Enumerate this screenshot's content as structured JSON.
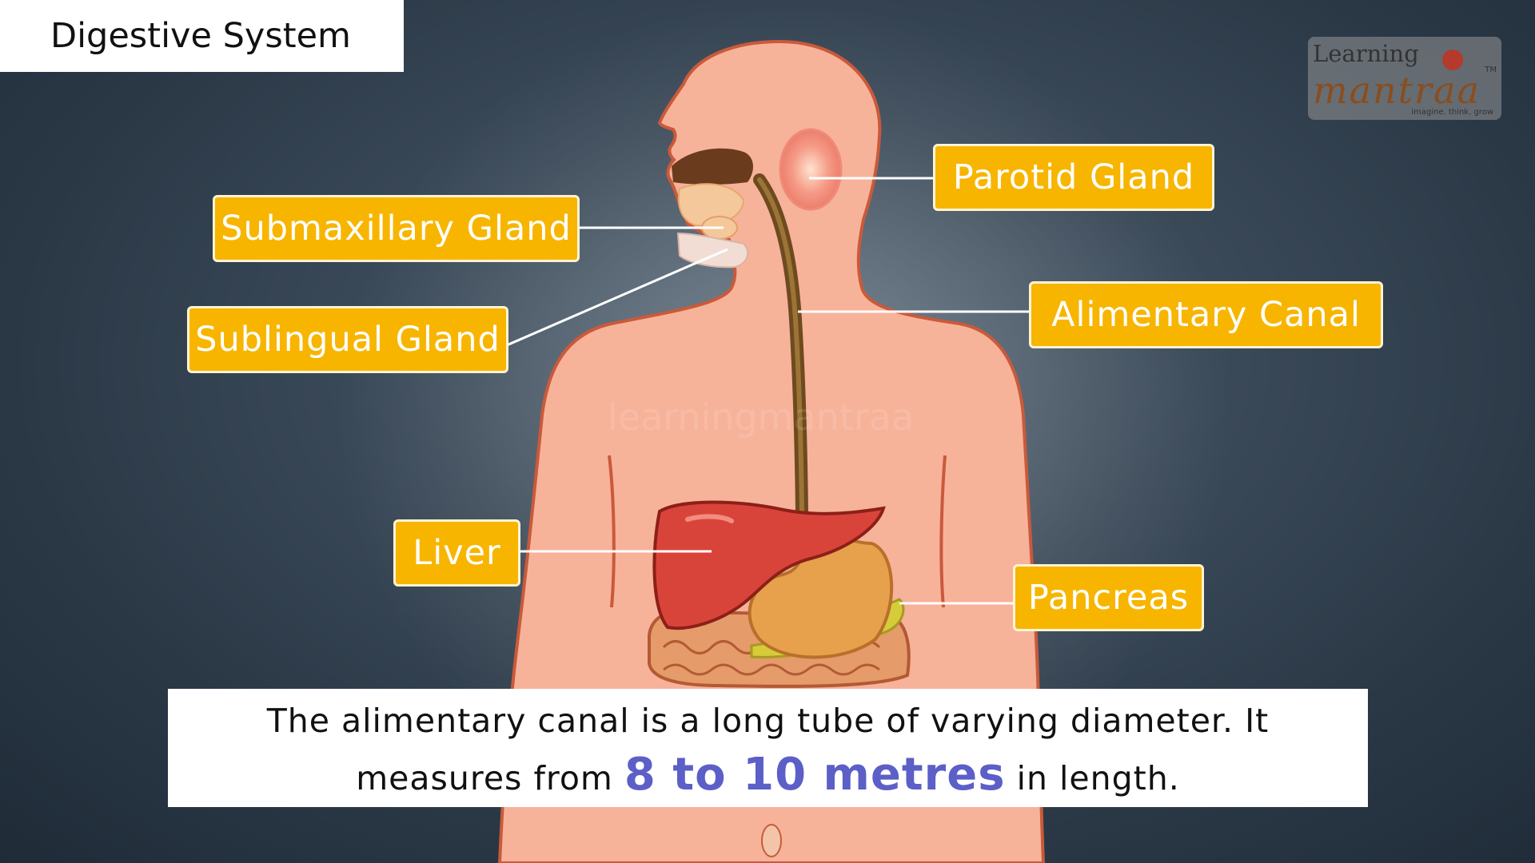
{
  "title": "Digestive System",
  "logo": {
    "line1": "Learning",
    "line2": "mantraa",
    "tagline": "imagine. think. grow",
    "tm": "TM"
  },
  "watermark": "learningmantraa",
  "labels": {
    "parotid": "Parotid Gland",
    "submaxillary": "Submaxillary Gland",
    "alimentary": "Alimentary Canal",
    "sublingual": "Sublingual Gland",
    "liver": "Liver",
    "pancreas": "Pancreas"
  },
  "caption": {
    "line1": "The alimentary canal is a long tube of varying diameter. It",
    "line2_pre": "measures from",
    "highlight": "8 to 10 metres",
    "line2_post": "in length."
  },
  "colors": {
    "label_fill": "#f7b500",
    "skin": "#f7b29a",
    "skin_outline": "#c95a3a",
    "liver": "#d9443a",
    "highlight_text": "#5b5fc7"
  }
}
